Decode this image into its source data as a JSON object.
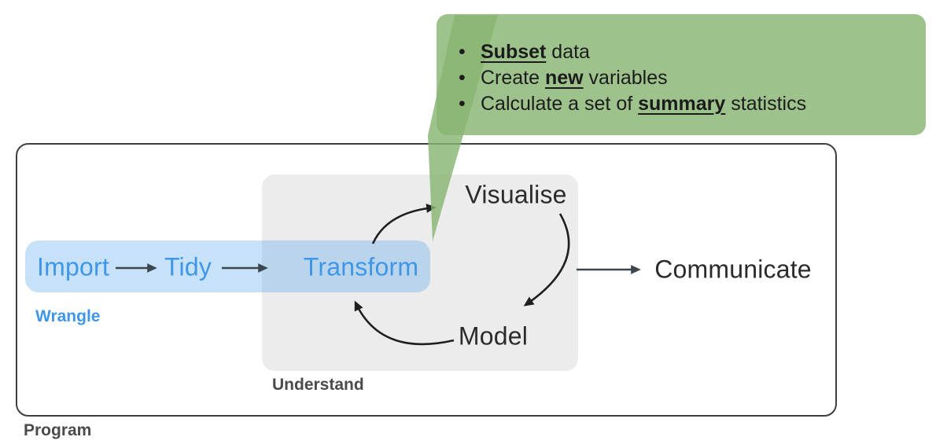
{
  "callout": {
    "bullets": [
      {
        "pre": "",
        "key": "Subset",
        "post": " data"
      },
      {
        "pre": "Create ",
        "key": "new",
        "post": " variables"
      },
      {
        "pre": "Calculate a set of ",
        "key": "summary",
        "post": " statistics"
      }
    ]
  },
  "nodes": {
    "import": "Import",
    "tidy": "Tidy",
    "transform": "Transform",
    "visualise": "Visualise",
    "model": "Model",
    "communicate": "Communicate"
  },
  "groups": {
    "wrangle": "Wrangle",
    "understand": "Understand",
    "program": "Program"
  },
  "colors": {
    "callout_green": "#9EC28C",
    "accent_blue": "#3E96E9",
    "highlight_blue": "#C7E2F8",
    "understand_gray": "#ECECEC",
    "arrow_dark": "#3B4750",
    "arrow_black": "#1F1F1F",
    "ink": "#2B2B2B"
  }
}
